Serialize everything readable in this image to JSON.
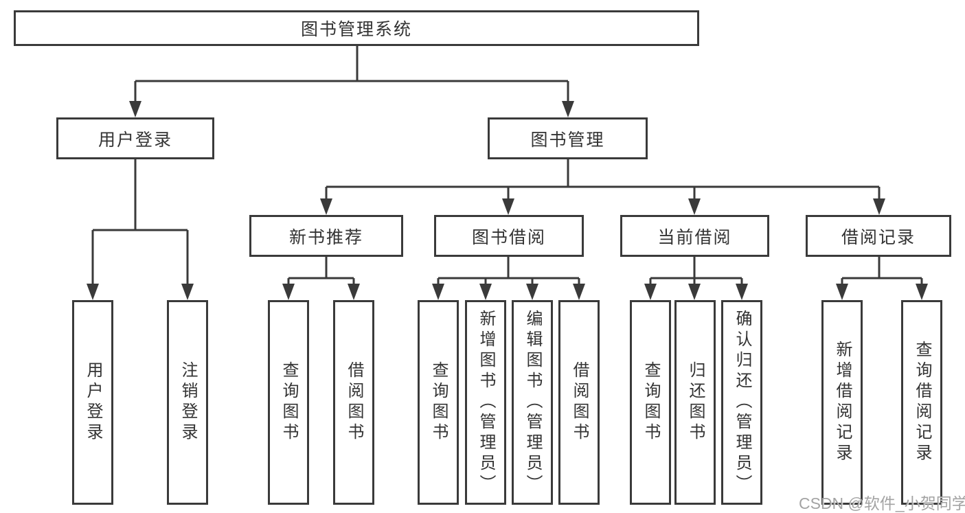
{
  "tree": {
    "label": "图书管理系统",
    "children": [
      {
        "label": "用户登录",
        "children": [
          {
            "label": "用户登录"
          },
          {
            "label": "注销登录"
          }
        ]
      },
      {
        "label": "图书管理",
        "children": [
          {
            "label": "新书推荐",
            "children": [
              {
                "label": "查询图书"
              },
              {
                "label": "借阅图书"
              }
            ]
          },
          {
            "label": "图书借阅",
            "children": [
              {
                "label": "查询图书"
              },
              {
                "label": "新增图书（管理员）"
              },
              {
                "label": "编辑图书（管理员）"
              },
              {
                "label": "借阅图书"
              }
            ]
          },
          {
            "label": "当前借阅",
            "children": [
              {
                "label": "查询图书"
              },
              {
                "label": "归还图书"
              },
              {
                "label": "确认归还（管理员）"
              }
            ]
          },
          {
            "label": "借阅记录",
            "children": [
              {
                "label": "新增借阅记录"
              },
              {
                "label": "查询借阅记录"
              }
            ]
          }
        ]
      }
    ]
  },
  "watermark": "CSDN @软件_小贺同学",
  "colors": {
    "line": "#3a3a3a",
    "box_border": "#3a3a3a",
    "text": "#333333",
    "watermark": "#9e9e9e",
    "background": "#ffffff"
  }
}
